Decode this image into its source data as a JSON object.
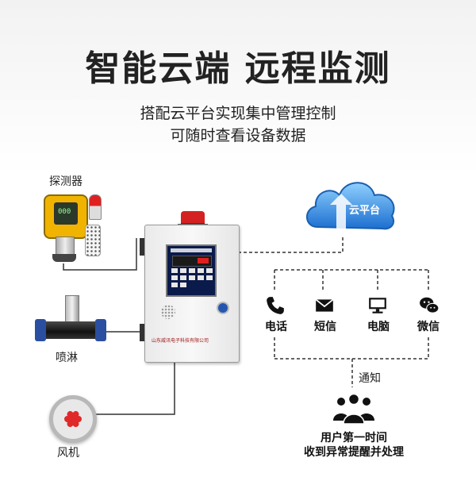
{
  "heading": {
    "title": "智能云端 远程监测",
    "subtitle_line1": "搭配云平台实现集中管理控制",
    "subtitle_line2": "可随时查看设备数据"
  },
  "devices": {
    "detector_label": "探测器",
    "sprinkler_label": "喷淋",
    "fan_label": "风机"
  },
  "controller": {
    "brand": "山东威讯电子科技有限公司"
  },
  "cloud": {
    "label": "云平台"
  },
  "channels": [
    {
      "label": "电话",
      "icon": "phone-icon"
    },
    {
      "label": "短信",
      "icon": "envelope-icon"
    },
    {
      "label": "电脑",
      "icon": "monitor-icon"
    },
    {
      "label": "微信",
      "icon": "wechat-icon"
    }
  ],
  "notify": {
    "label": "通知",
    "line1": "用户第一时间",
    "line2": "收到异常提醒并处理"
  },
  "colors": {
    "cloud_blue": "#2a8be0",
    "alarm_red": "#d42222",
    "detector_yellow": "#f0b400"
  }
}
